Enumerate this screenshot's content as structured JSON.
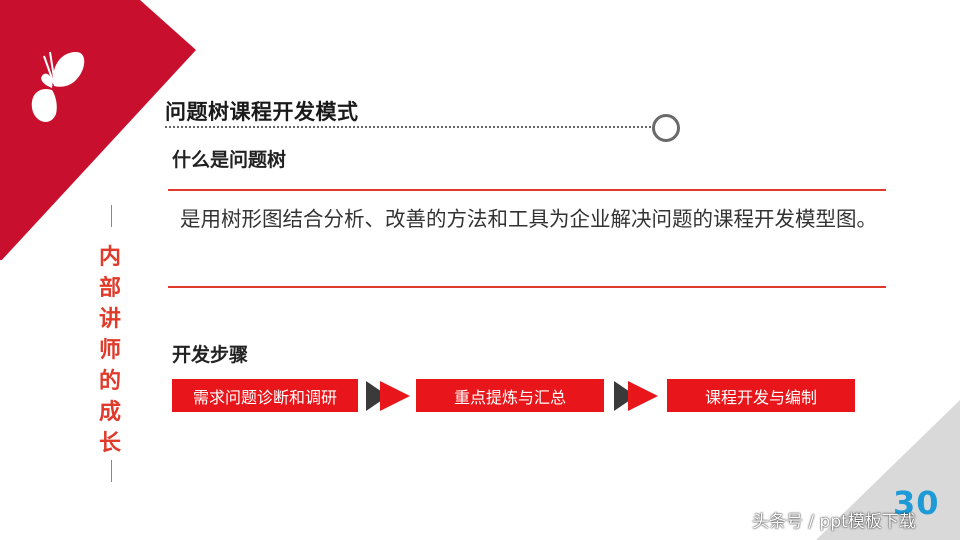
{
  "slide": {
    "section_title": "问题树课程开发模式",
    "sidebar_title_chars": [
      "内",
      "部",
      "讲",
      "师",
      "的",
      "成",
      "长"
    ],
    "what_is_heading": "什么是问题树",
    "definition_text": "是用树形图结合分析、改善的方法和工具为企业解决问题的课程开发模型图。",
    "steps_heading": "开发步骤",
    "steps": [
      {
        "label": "需求问题诊断和调研"
      },
      {
        "label": "重点提炼与汇总"
      },
      {
        "label": "课程开发与编制"
      }
    ],
    "page_number": "30",
    "watermark": "头条号 / ppt模板下载"
  },
  "colors": {
    "brand_red": "#c8102e",
    "accent_red": "#e03a2a",
    "box_red": "#e8161a",
    "arrow_dark": "#3a3a3a",
    "page_number_blue": "#1e9ad6"
  },
  "icons": [
    "butterfly-icon",
    "ring-icon",
    "arrow-icon"
  ]
}
